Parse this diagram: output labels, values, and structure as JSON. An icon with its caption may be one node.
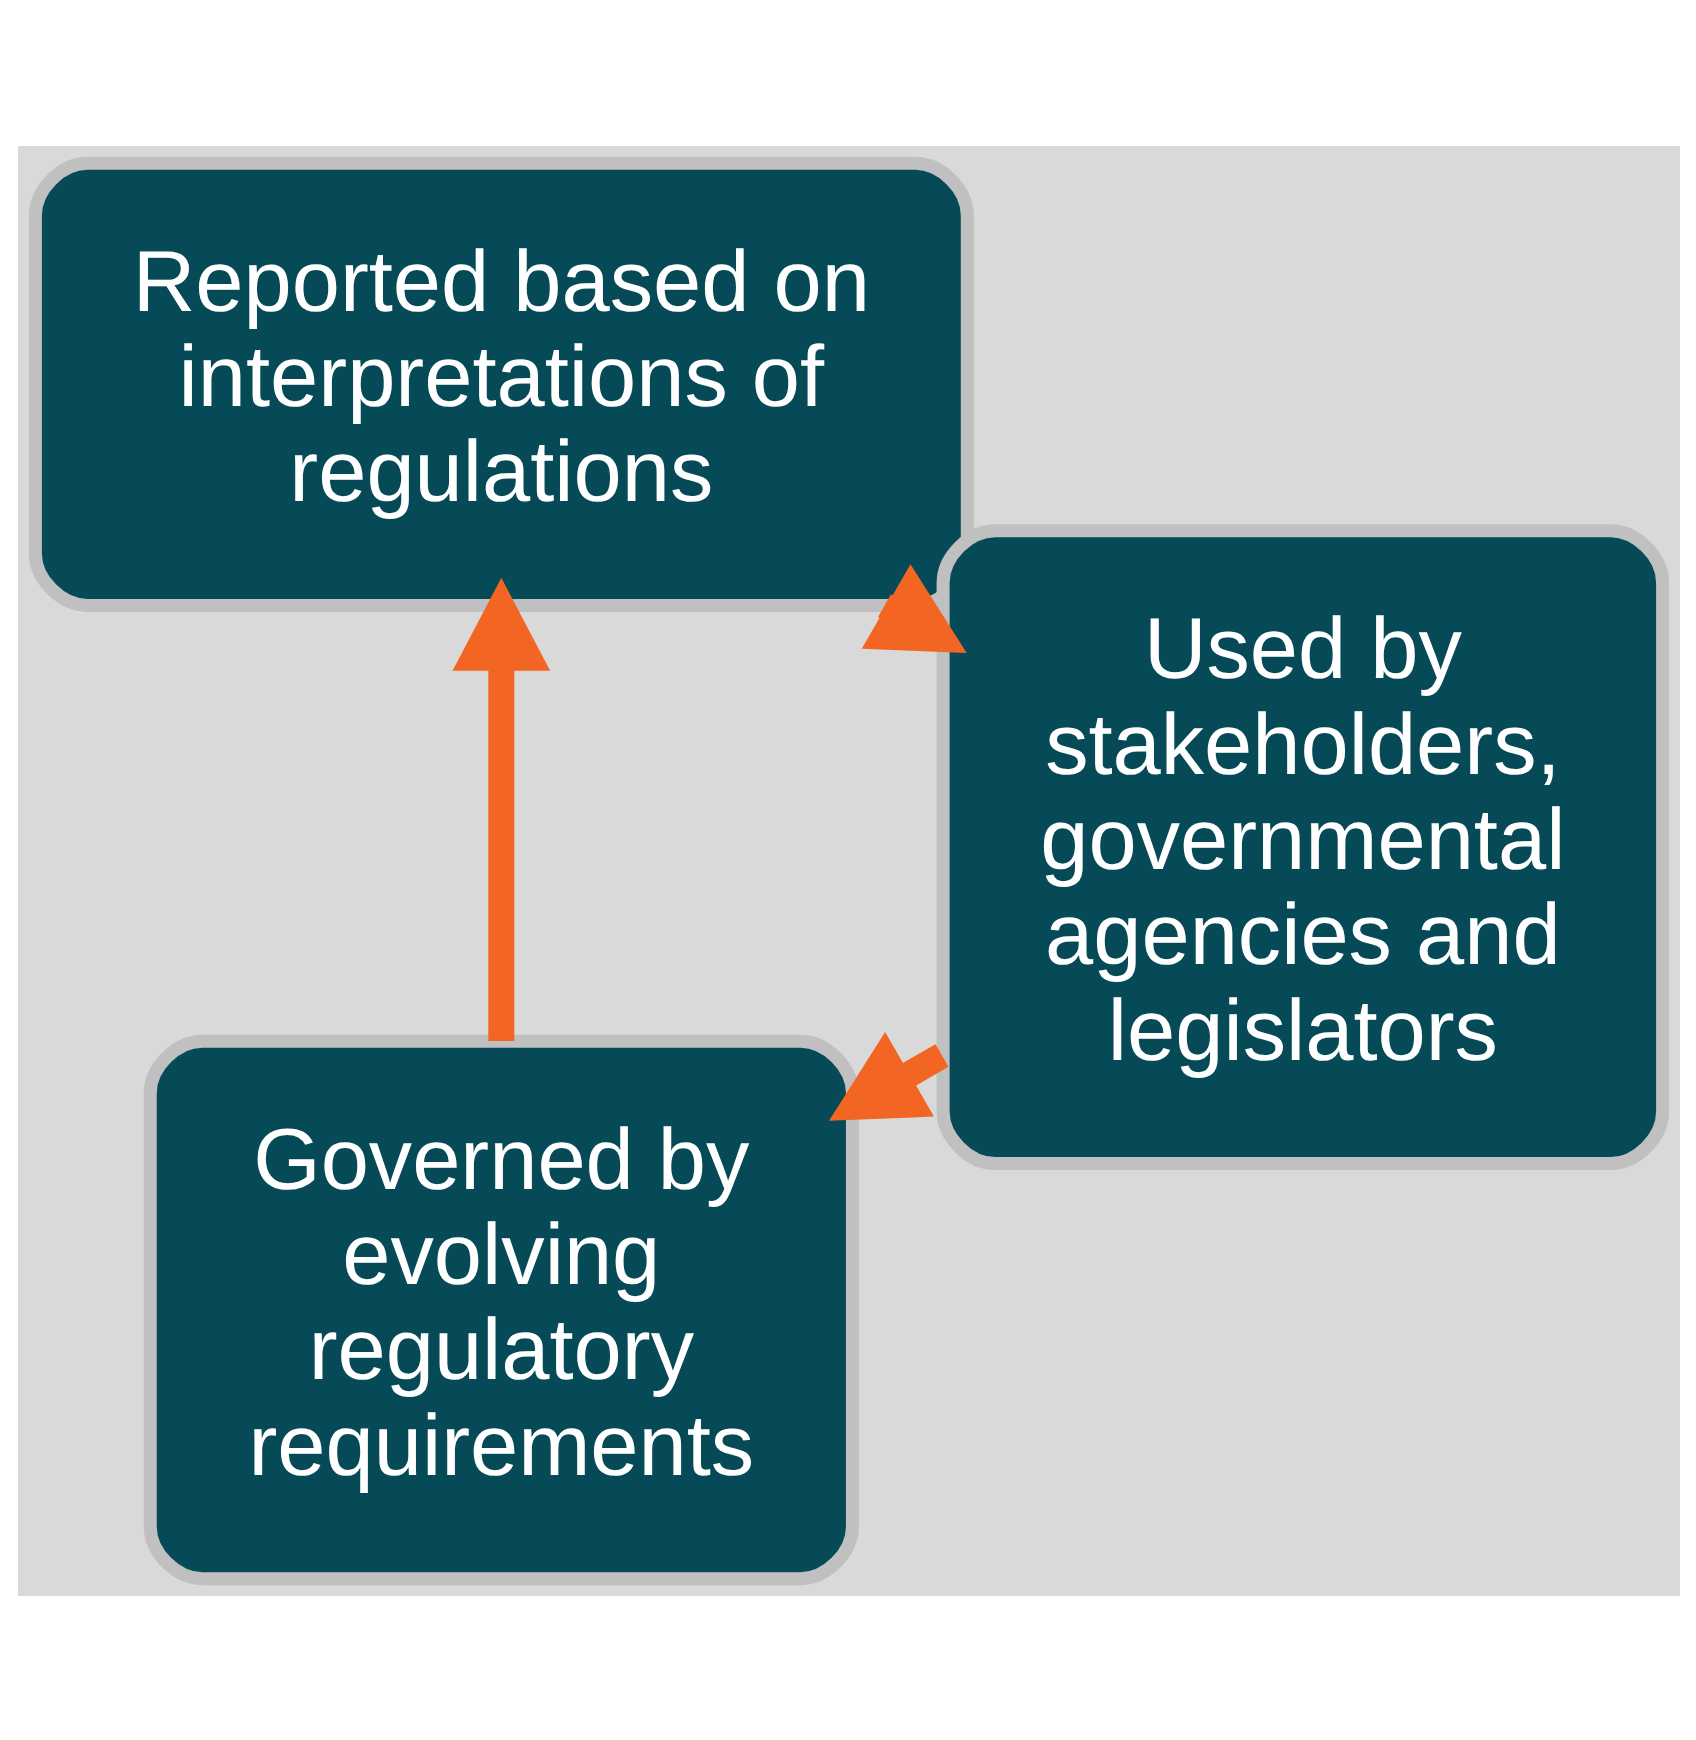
{
  "diagram": {
    "nodes": [
      {
        "text": [
          "Governed by evolving regulatory requirements"
        ]
      },
      {
        "text": [
          "Reported based on interpretations of regulations"
        ]
      },
      {
        "text": [
          "Used by stakeholders, governmental agencies and legislators"
        ]
      }
    ],
    "edges": [
      {
        "from": 0,
        "to": 1,
        "arrow": "to"
      },
      {
        "from": 1,
        "to": 2,
        "arrow": "to"
      },
      {
        "from": 2,
        "to": 0,
        "arrow": "to"
      }
    ]
  }
}
